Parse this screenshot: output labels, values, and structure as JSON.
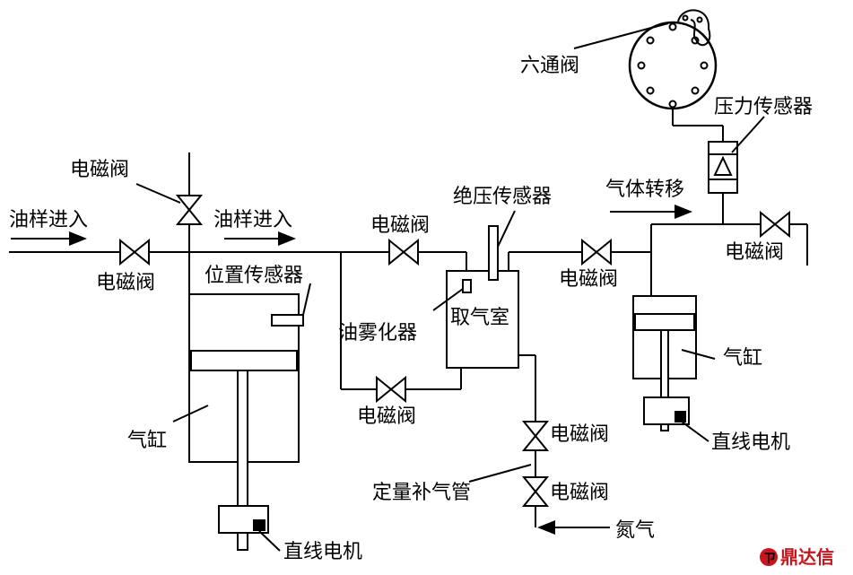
{
  "labels": {
    "oil_in_left": "油样进入",
    "oil_in_center": "油样进入",
    "solenoid_top": "电磁阀",
    "solenoid_left": "电磁阀",
    "solenoid_mid_upper": "电磁阀",
    "solenoid_mid_lower": "电磁阀",
    "solenoid_chamber_right": "电磁阀",
    "solenoid_far_right": "电磁阀",
    "solenoid_bottom_1": "电磁阀",
    "solenoid_bottom_2": "电磁阀",
    "position_sensor": "位置传感器",
    "abs_pressure_sensor": "绝压传感器",
    "gas_transfer": "气体转移",
    "six_way_valve": "六通阀",
    "pressure_sensor": "压力传感器",
    "oil_atomizer": "油雾化器",
    "sampling_chamber": "取气室",
    "cylinder_left": "气缸",
    "cylinder_right": "气缸",
    "linear_motor_left": "直线电机",
    "linear_motor_right": "直线电机",
    "quant_tube": "定量补气管",
    "nitrogen": "氮气"
  },
  "watermark": {
    "text": "鼎达信",
    "color": "#c4161c"
  }
}
